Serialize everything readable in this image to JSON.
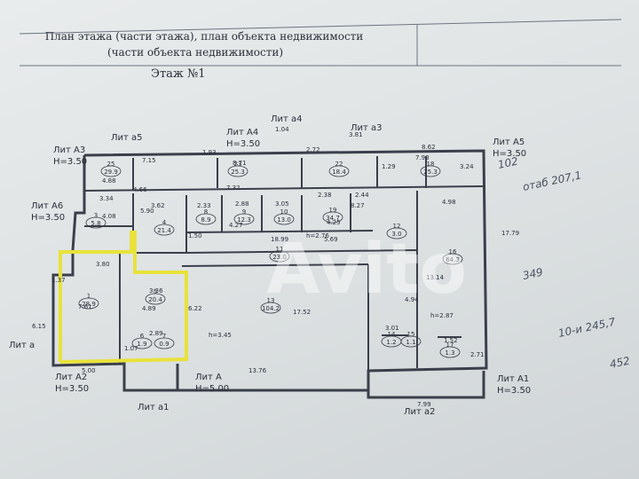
{
  "header": {
    "line1": "План этажа (части этажа), план объекта недвижимости",
    "line2": "(части объекта недвижимости)",
    "floor": "Этаж №1"
  },
  "liters": [
    {
      "name": "Лит А3",
      "h": "H=3.50"
    },
    {
      "name": "Лит а5"
    },
    {
      "name": "Лит А4",
      "h": "H=3.50"
    },
    {
      "name": "Лит а4"
    },
    {
      "name": "Лит а3"
    },
    {
      "name": "Лит А5",
      "h": "H=3.50"
    },
    {
      "name": "Лит А6",
      "h": "H=3.50"
    },
    {
      "name": "Лит а"
    },
    {
      "name": "Лит А2",
      "h": "H=3.50"
    },
    {
      "name": "Лит А",
      "h": "H=5.00"
    },
    {
      "name": "Лит а1"
    },
    {
      "name": "Лит а2"
    },
    {
      "name": "Лит А1",
      "h": "H=3.50"
    }
  ],
  "rooms": [
    {
      "n": "1",
      "area": "28.9"
    },
    {
      "n": "5",
      "area": "20.4"
    },
    {
      "n": "6",
      "area": "1.9"
    },
    {
      "n": "7",
      "area": "0.9"
    },
    {
      "n": "4",
      "area": "21.4"
    },
    {
      "n": "8",
      "area": "8.9"
    },
    {
      "n": "9",
      "area": "12.3"
    },
    {
      "n": "10",
      "area": "13.0"
    },
    {
      "n": "19",
      "area": "34.7"
    },
    {
      "n": "11",
      "area": "23.0"
    },
    {
      "n": "13",
      "area": "104.2"
    },
    {
      "n": "16",
      "area": "64.3"
    },
    {
      "n": "22",
      "area": "18.4"
    },
    {
      "n": "23",
      "area": "25.3"
    },
    {
      "n": "18",
      "area": "25.3"
    },
    {
      "n": "25",
      "area": "29.9"
    },
    {
      "n": "12",
      "area": "3.0"
    },
    {
      "n": "14",
      "area": "1.2"
    },
    {
      "n": "15",
      "area": "1.1"
    },
    {
      "n": "17",
      "area": "1.3"
    },
    {
      "n": "3",
      "area": "5.8"
    }
  ],
  "dims": [
    "3.80",
    "3.36",
    "7.61",
    "4.89",
    "2.89",
    "1.07",
    "5.00",
    "13.76",
    "7.99",
    "1.52",
    "2.71",
    "17.52",
    "18.99",
    "6.22",
    "h=3.45",
    "h=2.87",
    "h=2.76",
    "7.15",
    "8.71",
    "2.72",
    "7.93",
    "8.62",
    "3.62",
    "2.33",
    "2.88",
    "3.05",
    "8.27",
    "4.98",
    "17.79",
    "13.14",
    "4.94",
    "3.01",
    "4.66",
    "7.32",
    "2.38",
    "2.44",
    "5.69",
    "1.50",
    "3.34",
    "4.88",
    "4.08",
    "1.37",
    "6.15",
    "1.04",
    "3.81",
    "1.93",
    "3.24",
    "1.29",
    "4.25",
    "4.27",
    "5.90"
  ],
  "handwritten": [
    "102",
    "отаб 207,1",
    "349",
    "10-и 245,7",
    "452"
  ],
  "watermark": "Avito"
}
